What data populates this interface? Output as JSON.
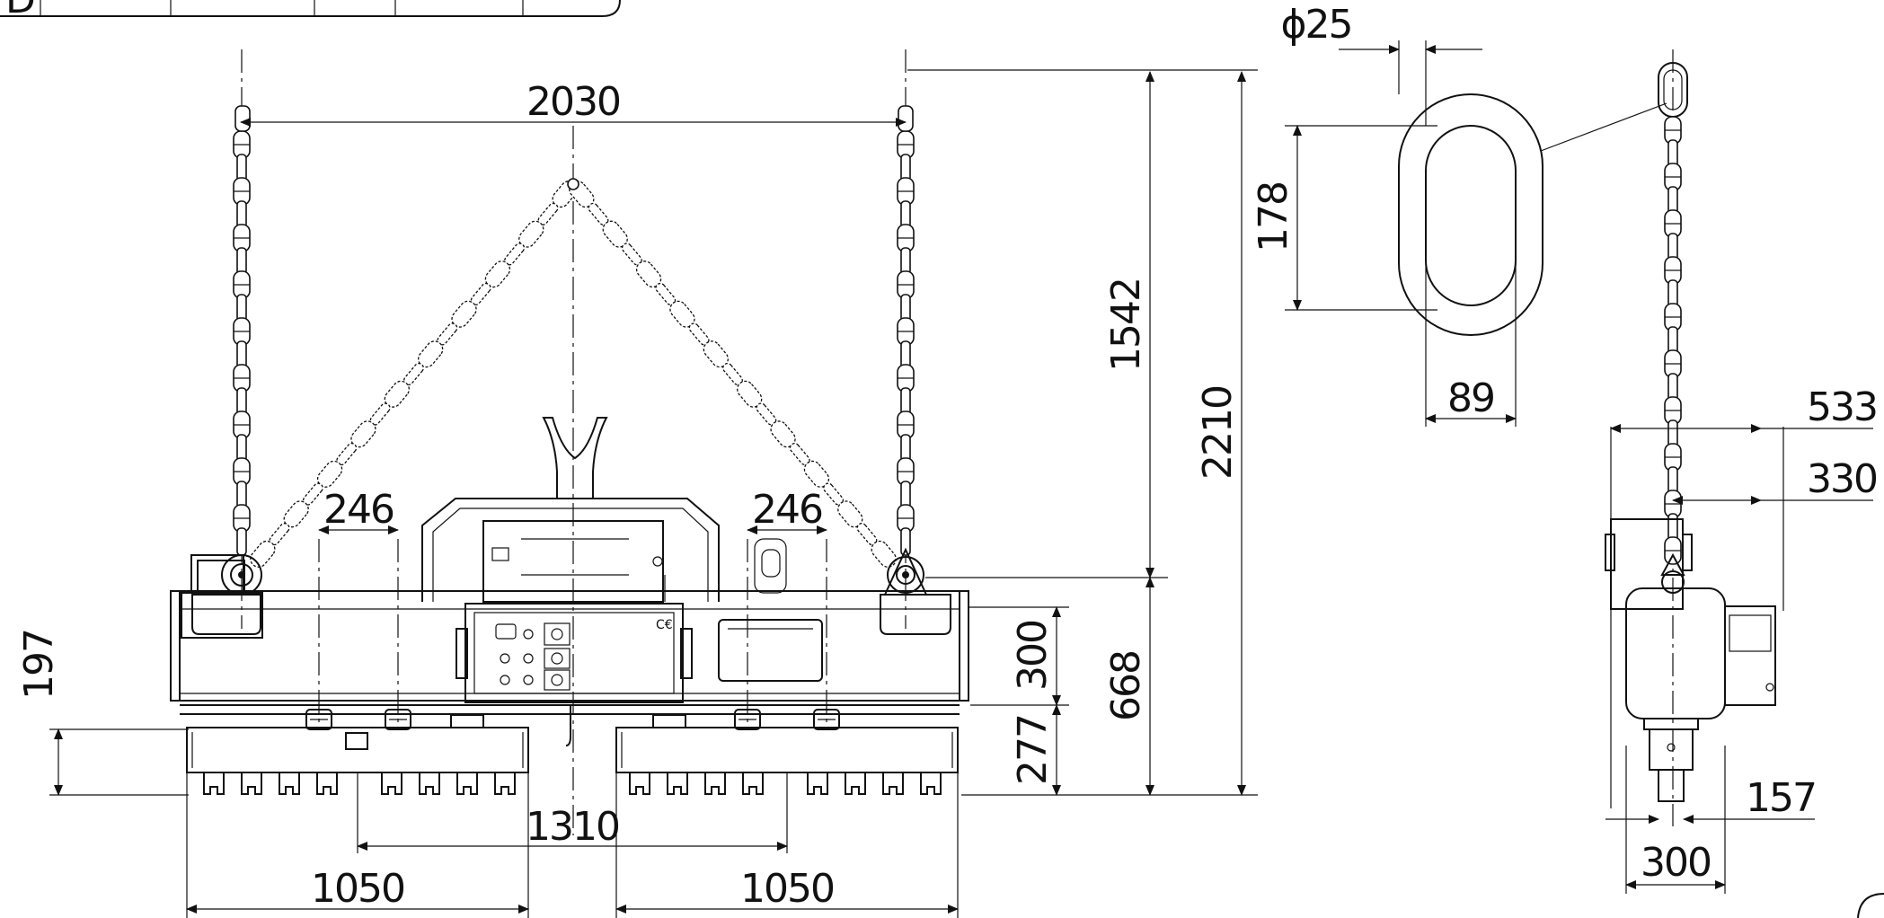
{
  "drawing": {
    "dimensions": {
      "top_span": "2030",
      "left_pitch": "246",
      "right_pitch": "246",
      "lower_height": "1542",
      "total_height": "2210",
      "left_height": "197",
      "beam_height": "300",
      "body_height": "668",
      "pad_height": "277",
      "pad_center_span": "1310",
      "left_pad_width": "1050",
      "right_pad_width": "1050",
      "ring_diameter": "ϕ25",
      "ring_height": "178",
      "ring_width": "89",
      "side_width_533": "533",
      "side_width_330": "330",
      "side_offset_157": "157",
      "side_width_300": "300"
    },
    "title_block": {
      "revision_letter": "D"
    }
  }
}
